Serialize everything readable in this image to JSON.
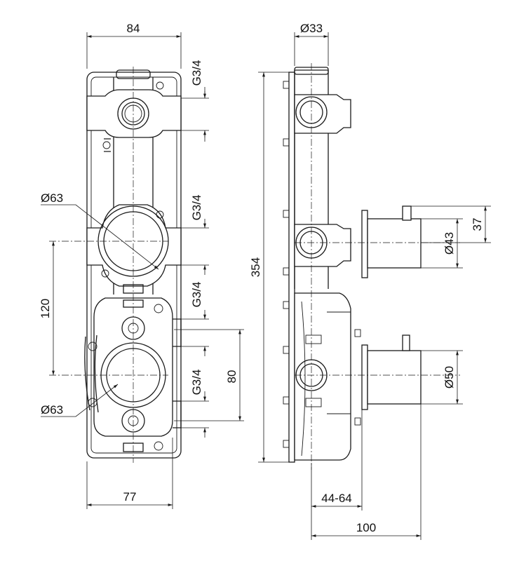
{
  "front_view": {
    "width_top": "84",
    "width_bottom": "77",
    "height_120": "120",
    "height_80": "80",
    "thread_1": "G3/4",
    "thread_2": "G3/4",
    "thread_3": "G3/4",
    "thread_4": "G3/4",
    "dia_upper": "Ø63",
    "dia_lower": "Ø63"
  },
  "side_view": {
    "dia_top": "Ø33",
    "height_total": "354",
    "dim_37": "37",
    "dia_43": "Ø43",
    "dia_50": "Ø50",
    "depth_range": "44-64",
    "depth_total": "100"
  }
}
